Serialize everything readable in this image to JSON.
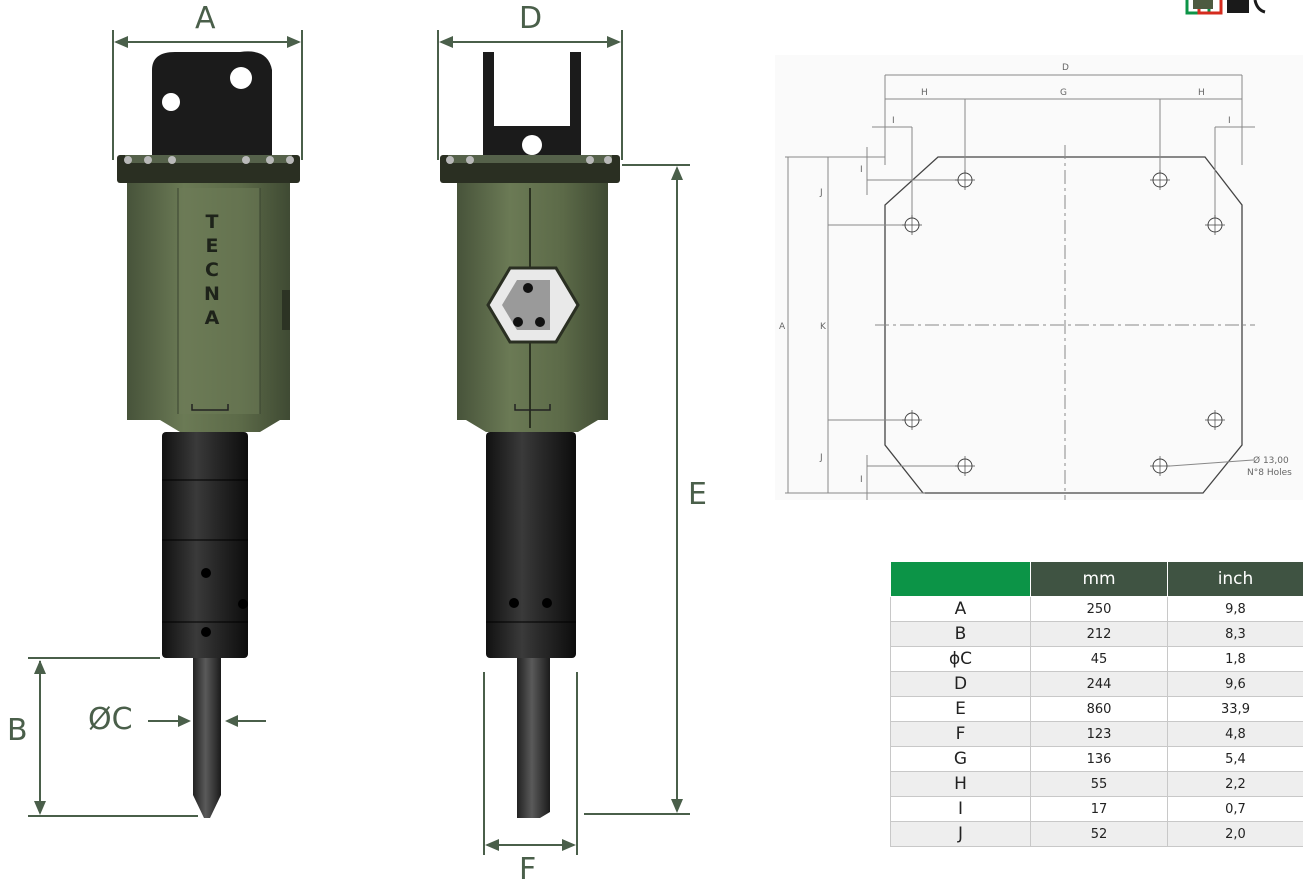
{
  "brand": "TECNA",
  "labels": {
    "A": "A",
    "D": "D",
    "E": "E",
    "B": "B",
    "C": "ØC",
    "F": "F"
  },
  "plate": {
    "dims": {
      "D": "D",
      "H_left": "H",
      "G": "G",
      "H_right": "H",
      "I_left": "I",
      "I_right": "I",
      "A": "A",
      "J_top": "J",
      "K": "K",
      "J_bottom": "J",
      "I_v_top": "I",
      "I_v_bottom": "I"
    },
    "hole_diameter": "Ø 13,00",
    "holes_note": "N°8 Holes"
  },
  "table": {
    "headers": [
      "",
      "mm",
      "inch"
    ],
    "rows": [
      {
        "key": "A",
        "mm": "250",
        "inch": "9,8"
      },
      {
        "key": "B",
        "mm": "212",
        "inch": "8,3"
      },
      {
        "key": "ϕC",
        "mm": "45",
        "inch": "1,8"
      },
      {
        "key": "D",
        "mm": "244",
        "inch": "9,6"
      },
      {
        "key": "E",
        "mm": "860",
        "inch": "33,9"
      },
      {
        "key": "F",
        "mm": "123",
        "inch": "4,8"
      },
      {
        "key": "G",
        "mm": "136",
        "inch": "5,4"
      },
      {
        "key": "H",
        "mm": "55",
        "inch": "2,2"
      },
      {
        "key": "I",
        "mm": "17",
        "inch": "0,7"
      },
      {
        "key": "J",
        "mm": "52",
        "inch": "2,0"
      }
    ]
  },
  "colors": {
    "body_green": "#5f6e4c",
    "header_dark": "#3f5342",
    "header_green": "#0c9447",
    "dim_line": "#4a5f4a"
  }
}
